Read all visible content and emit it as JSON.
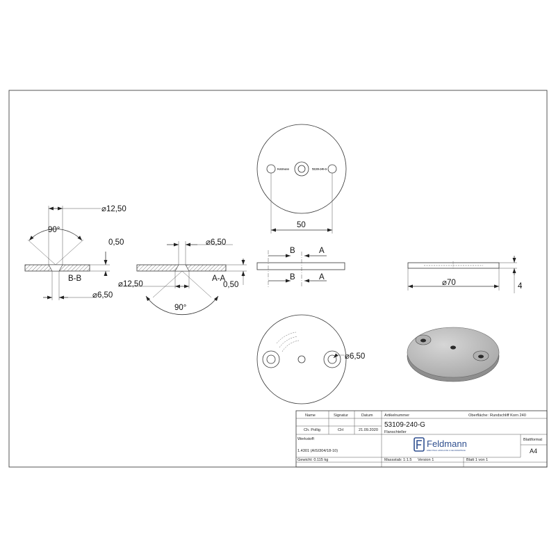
{
  "views": {
    "section_bb": {
      "label": "B-B",
      "angle": "90°",
      "dia_top": "12,50",
      "dia_bottom": "6,50",
      "depth": "0,50"
    },
    "section_aa": {
      "label": "A-A",
      "angle": "90°",
      "dia_top": "6,50",
      "dia_bottom": "12,50",
      "depth": "0,50"
    },
    "top_view": {
      "dim_hole_spacing": "50",
      "engraving_left": "Feldmann",
      "engraving_right": "53109-240-G"
    },
    "side_view": {
      "marker_b": "B",
      "marker_a": "A"
    },
    "thickness_view": {
      "dia": "70",
      "thickness": "4"
    },
    "bottom_view": {
      "dia_hole": "6,50"
    }
  },
  "title_block": {
    "headers": {
      "name": "Name",
      "signature": "Signatur",
      "date": "Datum",
      "article_number": "Artikelnummer",
      "surface": "Oberfläche:",
      "surface_value": "Rundschliff Korn 240"
    },
    "author_name": "Ch. Pollig",
    "author_signature": "CH",
    "date": "21.09.2020",
    "article_number": "53109-240-G",
    "article_name": "Flanschteller",
    "material_label": "Werkstoff:",
    "material_value": "1.4301 (AISI304/18-10)",
    "weight": "Gewicht: 0.115 kg",
    "scale": "Massstab: 1:1.5",
    "version": "Version 1",
    "sheet": "Blatt 1 von 1",
    "sheet_format_label": "Blattformat",
    "sheet_format": "A4",
    "company": "Feldmann",
    "company_tagline": "EDELSTAHL HANDLAUFE & GELANDERTEILE"
  }
}
